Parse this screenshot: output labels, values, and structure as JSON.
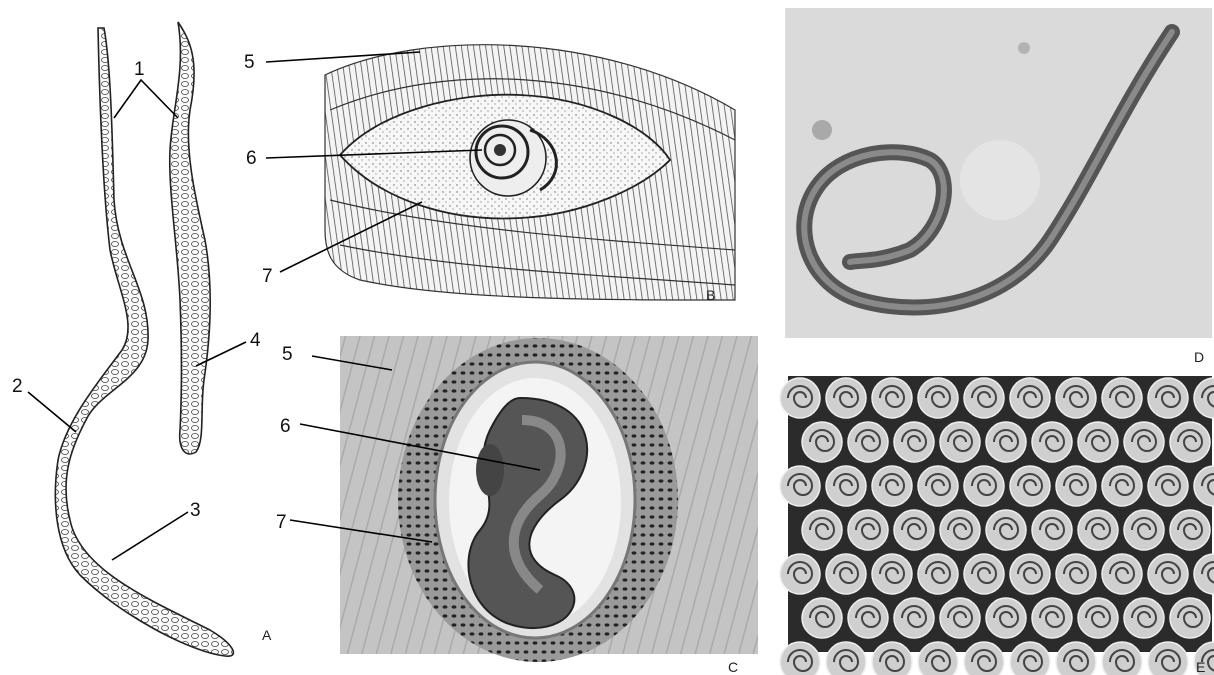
{
  "panels": {
    "A": {
      "letter": "A",
      "callouts": [
        "1",
        "2",
        "3",
        "4"
      ]
    },
    "B": {
      "letter": "B",
      "callouts": [
        "5",
        "6",
        "7"
      ]
    },
    "C": {
      "letter": "C",
      "callouts": [
        "5",
        "6",
        "7"
      ]
    },
    "D": {
      "letter": "D"
    },
    "E": {
      "letter": "E"
    }
  },
  "colors": {
    "background": "#ffffff",
    "ink": "#111111",
    "micro_bg_D": "#d9d9d9",
    "micro_bg_E": "#2b2b2b",
    "histo_tissue": "#bdbdbd"
  }
}
